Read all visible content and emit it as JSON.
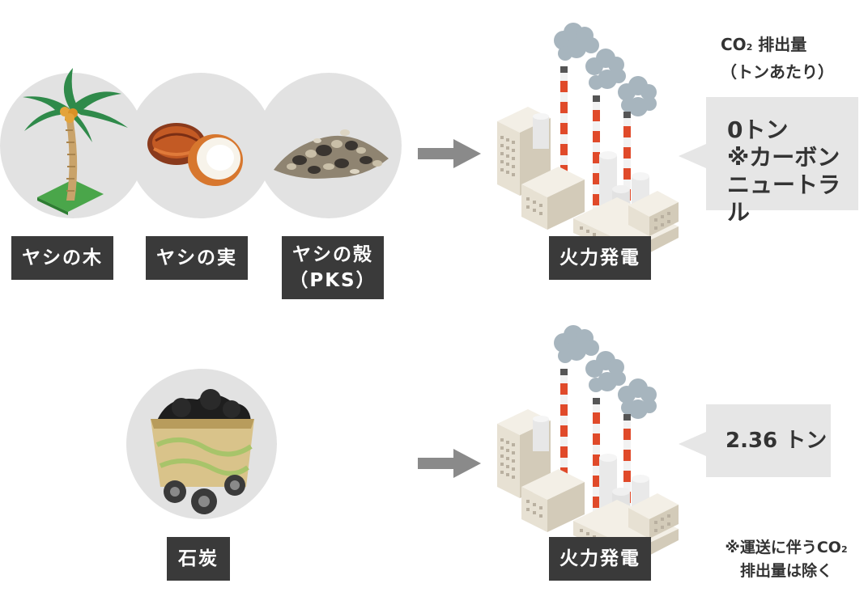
{
  "row1": {
    "items": [
      {
        "label": "ヤシの木"
      },
      {
        "label": "ヤシの実"
      },
      {
        "label_line1": "ヤシの殻",
        "label_line2": "（PKS）"
      }
    ],
    "plant_label": "火力発電",
    "co2_header_line1": "CO",
    "co2_header_sub": "2",
    "co2_header_tail": " 排出量",
    "co2_header_line2": "（トンあたり）",
    "bubble_line1": "0トン",
    "bubble_line2": "※カーボン",
    "bubble_line3": "ニュートラル"
  },
  "row2": {
    "item_label": "石炭",
    "plant_label": "火力発電",
    "bubble_text": "2.36 トン",
    "note_line1_a": "※運送に伴うCO",
    "note_line1_sub": "2",
    "note_line2": "排出量は除く"
  },
  "colors": {
    "label_bg": "#3a3a3a",
    "bubble_bg": "#e6e6e6",
    "circle_bg": "#e2e2e2",
    "arrow": "#8a8a8a",
    "chimney_red": "#e04a2a"
  }
}
